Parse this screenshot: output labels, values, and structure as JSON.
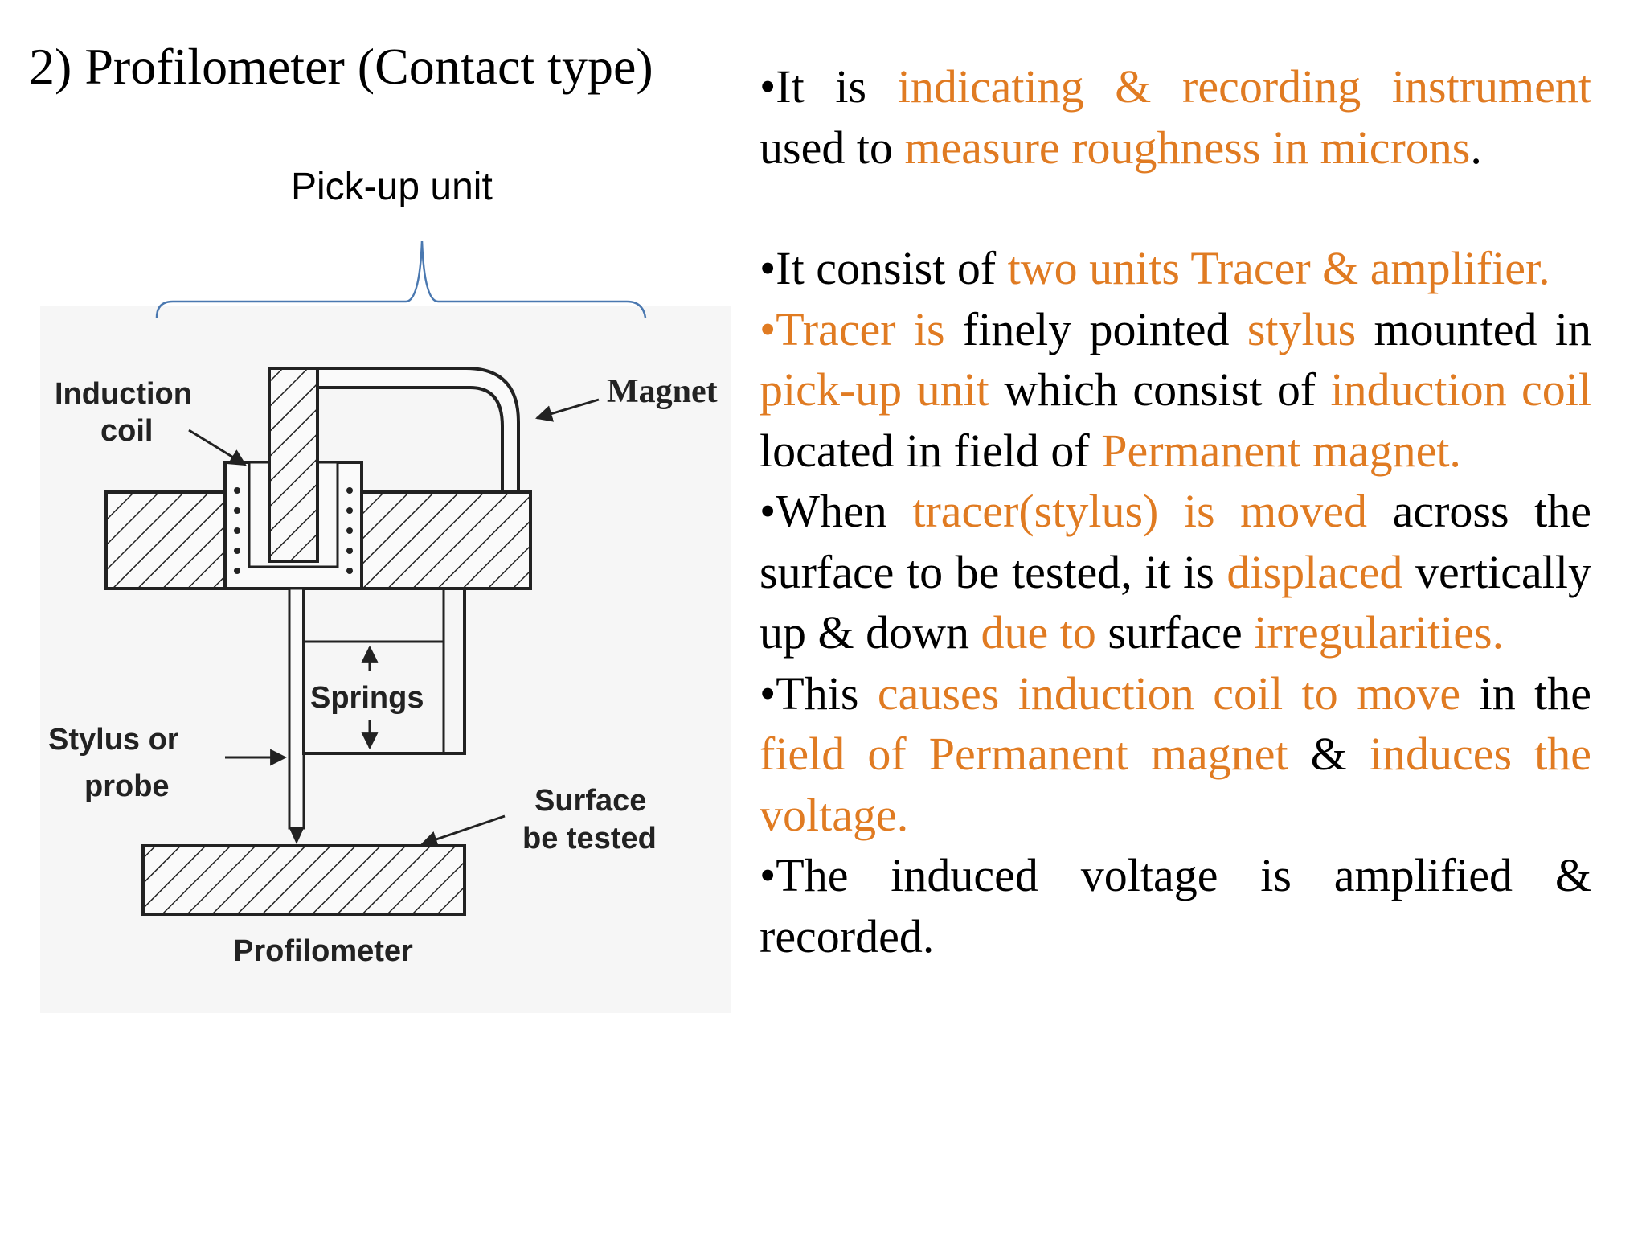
{
  "title": "2) Profilometer (Contact type)",
  "pickup_label": "Pick-up unit",
  "diagram": {
    "labels": {
      "induction_coil_1": "Induction",
      "induction_coil_2": "coil",
      "magnet": "Magnet",
      "springs": "Springs",
      "stylus_1": "Stylus or",
      "stylus_2": "probe",
      "surface_1": "Surface",
      "surface_2": "be tested",
      "caption": "Profilometer"
    }
  },
  "colors": {
    "highlight": "#e07b22",
    "text": "#000000",
    "brace": "#4a78b0"
  },
  "paragraphs": [
    {
      "segments": [
        {
          "t": "•It is ",
          "h": false
        },
        {
          "t": "indicating & recording instrument",
          "h": true
        },
        {
          "t": " used to ",
          "h": false
        },
        {
          "t": "measure roughness in microns",
          "h": true
        },
        {
          "t": ".",
          "h": false
        }
      ]
    },
    {
      "segments": [
        {
          "t": "•It consist of ",
          "h": false
        },
        {
          "t": "two units Tracer & amplifier.",
          "h": true
        }
      ]
    },
    {
      "segments": [
        {
          "t": "•Tracer is",
          "h": true
        },
        {
          "t": " finely pointed ",
          "h": false
        },
        {
          "t": "stylus",
          "h": true
        },
        {
          "t": " mounted in ",
          "h": false
        },
        {
          "t": "pick-up unit",
          "h": true
        },
        {
          "t": " which consist of ",
          "h": false
        },
        {
          "t": "induction coil",
          "h": true
        },
        {
          "t": " located in field of ",
          "h": false
        },
        {
          "t": "Permanent magnet.",
          "h": true
        }
      ]
    },
    {
      "segments": [
        {
          "t": "•When ",
          "h": false
        },
        {
          "t": "tracer(stylus) is moved",
          "h": true
        },
        {
          "t": " across the surface to be tested, it is ",
          "h": false
        },
        {
          "t": "displaced",
          "h": true
        },
        {
          "t": " vertically up & down ",
          "h": false
        },
        {
          "t": "due to",
          "h": true
        },
        {
          "t": " surface ",
          "h": false
        },
        {
          "t": "irregularities.",
          "h": true
        }
      ]
    },
    {
      "segments": [
        {
          "t": "•This ",
          "h": false
        },
        {
          "t": "causes induction coil to move",
          "h": true
        },
        {
          "t": " in the ",
          "h": false
        },
        {
          "t": "field of Permanent magnet",
          "h": true
        },
        {
          "t": " & ",
          "h": false
        },
        {
          "t": "induces the voltage.",
          "h": true
        }
      ]
    },
    {
      "segments": [
        {
          "t": "•The induced voltage is amplified & recorded.",
          "h": false
        }
      ]
    }
  ]
}
